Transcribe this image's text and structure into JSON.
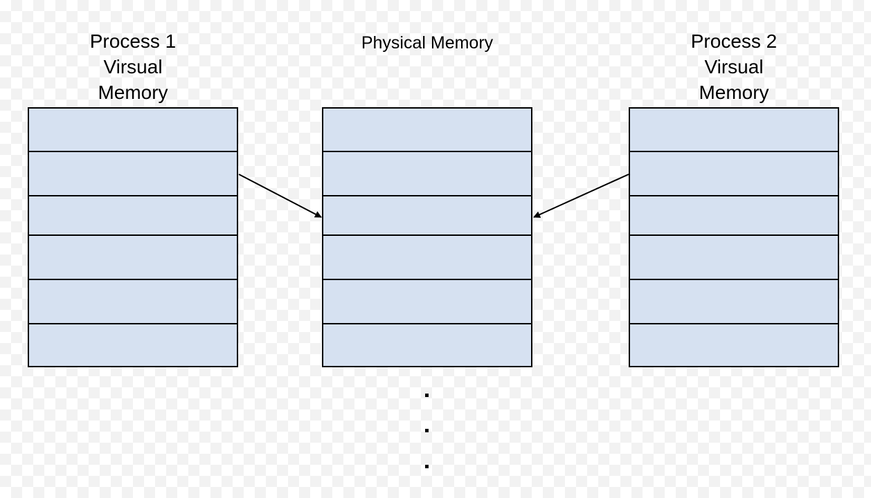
{
  "diagram": {
    "process1": {
      "title_lines": [
        "Process 1",
        "Virsual",
        "Memory"
      ]
    },
    "physical": {
      "title": "Physical Memory"
    },
    "process2": {
      "title_lines": [
        "Process 2",
        "Virsual",
        "Memory"
      ]
    },
    "cells_per_block": 6,
    "mappings": [
      {
        "from": "process1",
        "from_cell": 2,
        "to": "physical",
        "to_cell": 3
      },
      {
        "from": "process2",
        "from_cell": 2,
        "to": "physical",
        "to_cell": 3
      }
    ],
    "continuation_marks": 3,
    "colors": {
      "cell_fill": "#d6e1f1",
      "stroke": "#000000"
    }
  }
}
